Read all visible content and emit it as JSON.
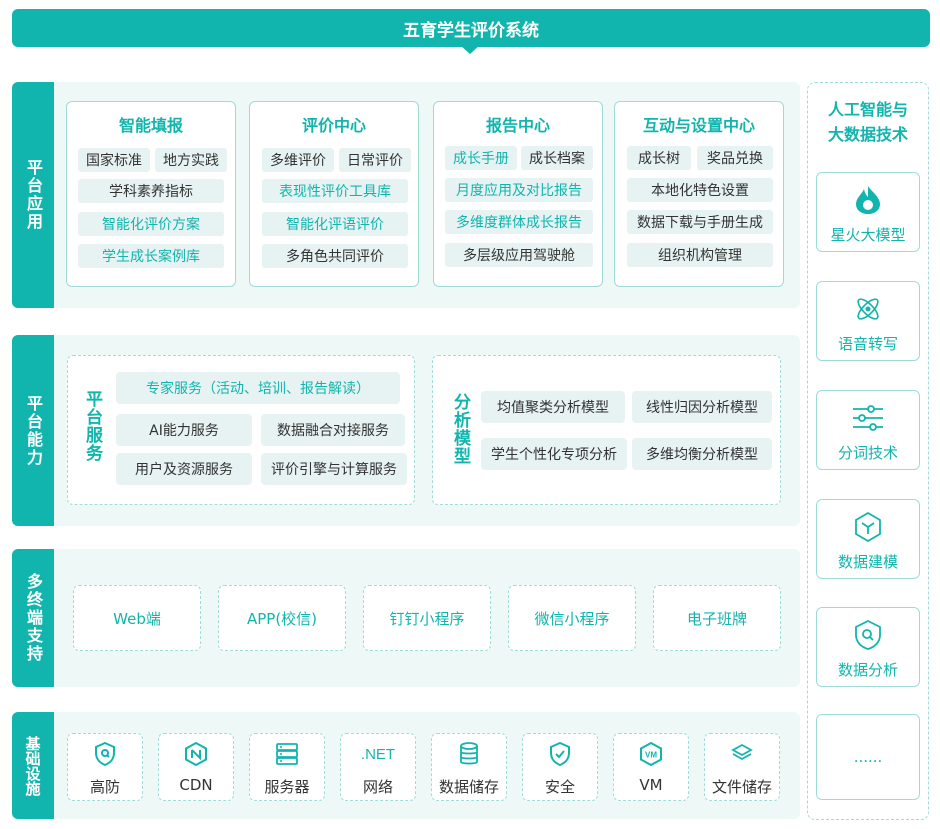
{
  "title": "五育学生评价系统",
  "rows": {
    "platform_app": "平台应用",
    "platform_capability": "平台能力",
    "multi_terminal": "多终端支持",
    "infrastructure": "基础设施"
  },
  "app_cards": [
    {
      "title": "智能填报",
      "chips": [
        "国家标准",
        "地方实践",
        "学科素养指标",
        "智能化评价方案",
        "学生成长案例库"
      ]
    },
    {
      "title": "评价中心",
      "chips": [
        "多维评价",
        "日常评价",
        "表现性评价工具库",
        "智能化评语评价",
        "多角色共同评价"
      ]
    },
    {
      "title": "报告中心",
      "chips": [
        "成长手册",
        "成长档案",
        "月度应用及对比报告",
        "多维度群体成长报告",
        "多层级应用驾驶舱"
      ]
    },
    {
      "title": "互动与设置中心",
      "chips": [
        "成长树",
        "奖品兑换",
        "本地化特色设置",
        "数据下载与手册生成",
        "组织机构管理"
      ]
    }
  ],
  "platform_service": {
    "label": "平台服务",
    "chips": [
      "专家服务（活动、培训、报告解读）",
      "AI能力服务",
      "数据融合对接服务",
      "用户及资源服务",
      "评价引擎与计算服务"
    ]
  },
  "analysis_model": {
    "label": "分析模型",
    "chips": [
      "均值聚类分析模型",
      "线性归因分析模型",
      "学生个性化专项分析",
      "多维均衡分析模型"
    ]
  },
  "terminals": [
    "Web端",
    "APP(校信)",
    "钉钉小程序",
    "微信小程序",
    "电子班牌"
  ],
  "infra": [
    {
      "label": "高防",
      "icon": "shield-icon"
    },
    {
      "label": "CDN",
      "icon": "cdn-hexagon-icon"
    },
    {
      "label": "服务器",
      "icon": "server-icon"
    },
    {
      "label": "网络",
      "icon": "net-text-icon",
      "icon_text": ".NET"
    },
    {
      "label": "数据储存",
      "icon": "database-icon"
    },
    {
      "label": "安全",
      "icon": "shield-check-icon"
    },
    {
      "label": "VM",
      "icon": "vm-shield-icon",
      "icon_text": "VM"
    },
    {
      "label": "文件储存",
      "icon": "layers-icon"
    }
  ],
  "right": {
    "title_line1": "人工智能与",
    "title_line2": "大数据技术",
    "items": [
      {
        "label": "星火大模型",
        "icon": "spark-flame-icon"
      },
      {
        "label": "语音转写",
        "icon": "atom-icon"
      },
      {
        "label": "分词技术",
        "icon": "sliders-icon"
      },
      {
        "label": "数据建模",
        "icon": "cube-hexagon-icon"
      },
      {
        "label": "数据分析",
        "icon": "search-shield-icon"
      },
      {
        "label": "......",
        "icon": "none"
      }
    ]
  },
  "colors": {
    "primary": "#12b5ae",
    "light_bg": "#eef8f7",
    "chip_bg": "#e6f3f2",
    "border": "#9fdcd8"
  }
}
